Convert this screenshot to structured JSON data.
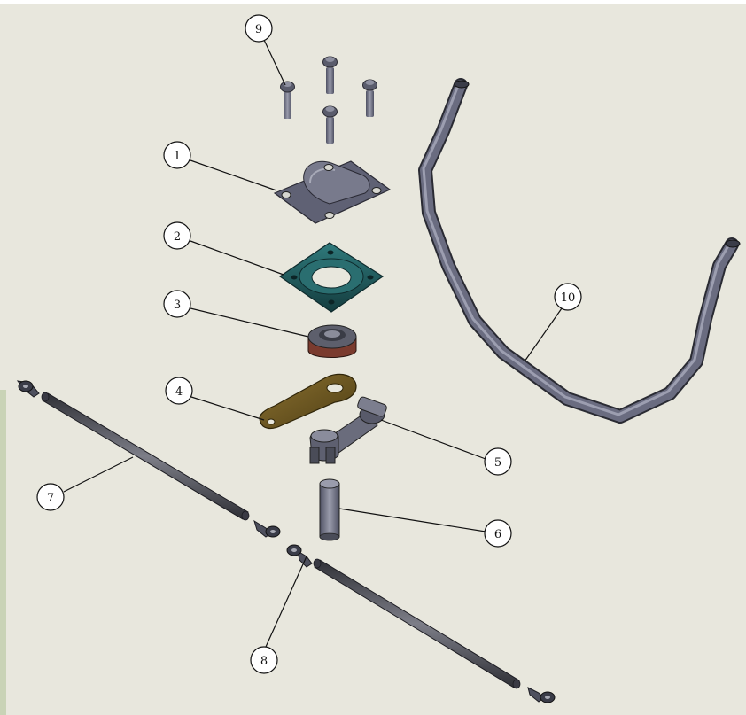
{
  "balloons": [
    {
      "id": "1",
      "label": "1"
    },
    {
      "id": "2",
      "label": "2"
    },
    {
      "id": "3",
      "label": "3"
    },
    {
      "id": "4",
      "label": "4"
    },
    {
      "id": "5",
      "label": "5"
    },
    {
      "id": "6",
      "label": "6"
    },
    {
      "id": "7",
      "label": "7"
    },
    {
      "id": "8",
      "label": "8"
    },
    {
      "id": "9",
      "label": "9"
    },
    {
      "id": "10",
      "label": "10"
    }
  ],
  "colors": {
    "background": "#e8e7dd",
    "metal_gray": "#6b6d80",
    "bearing_teal": "#1f5a5c",
    "bearing_red": "#7a3b2e",
    "arm_olive": "#6e5820",
    "rod_dark": "#4a4a52",
    "left_edge_green": "#c9d3b6"
  }
}
